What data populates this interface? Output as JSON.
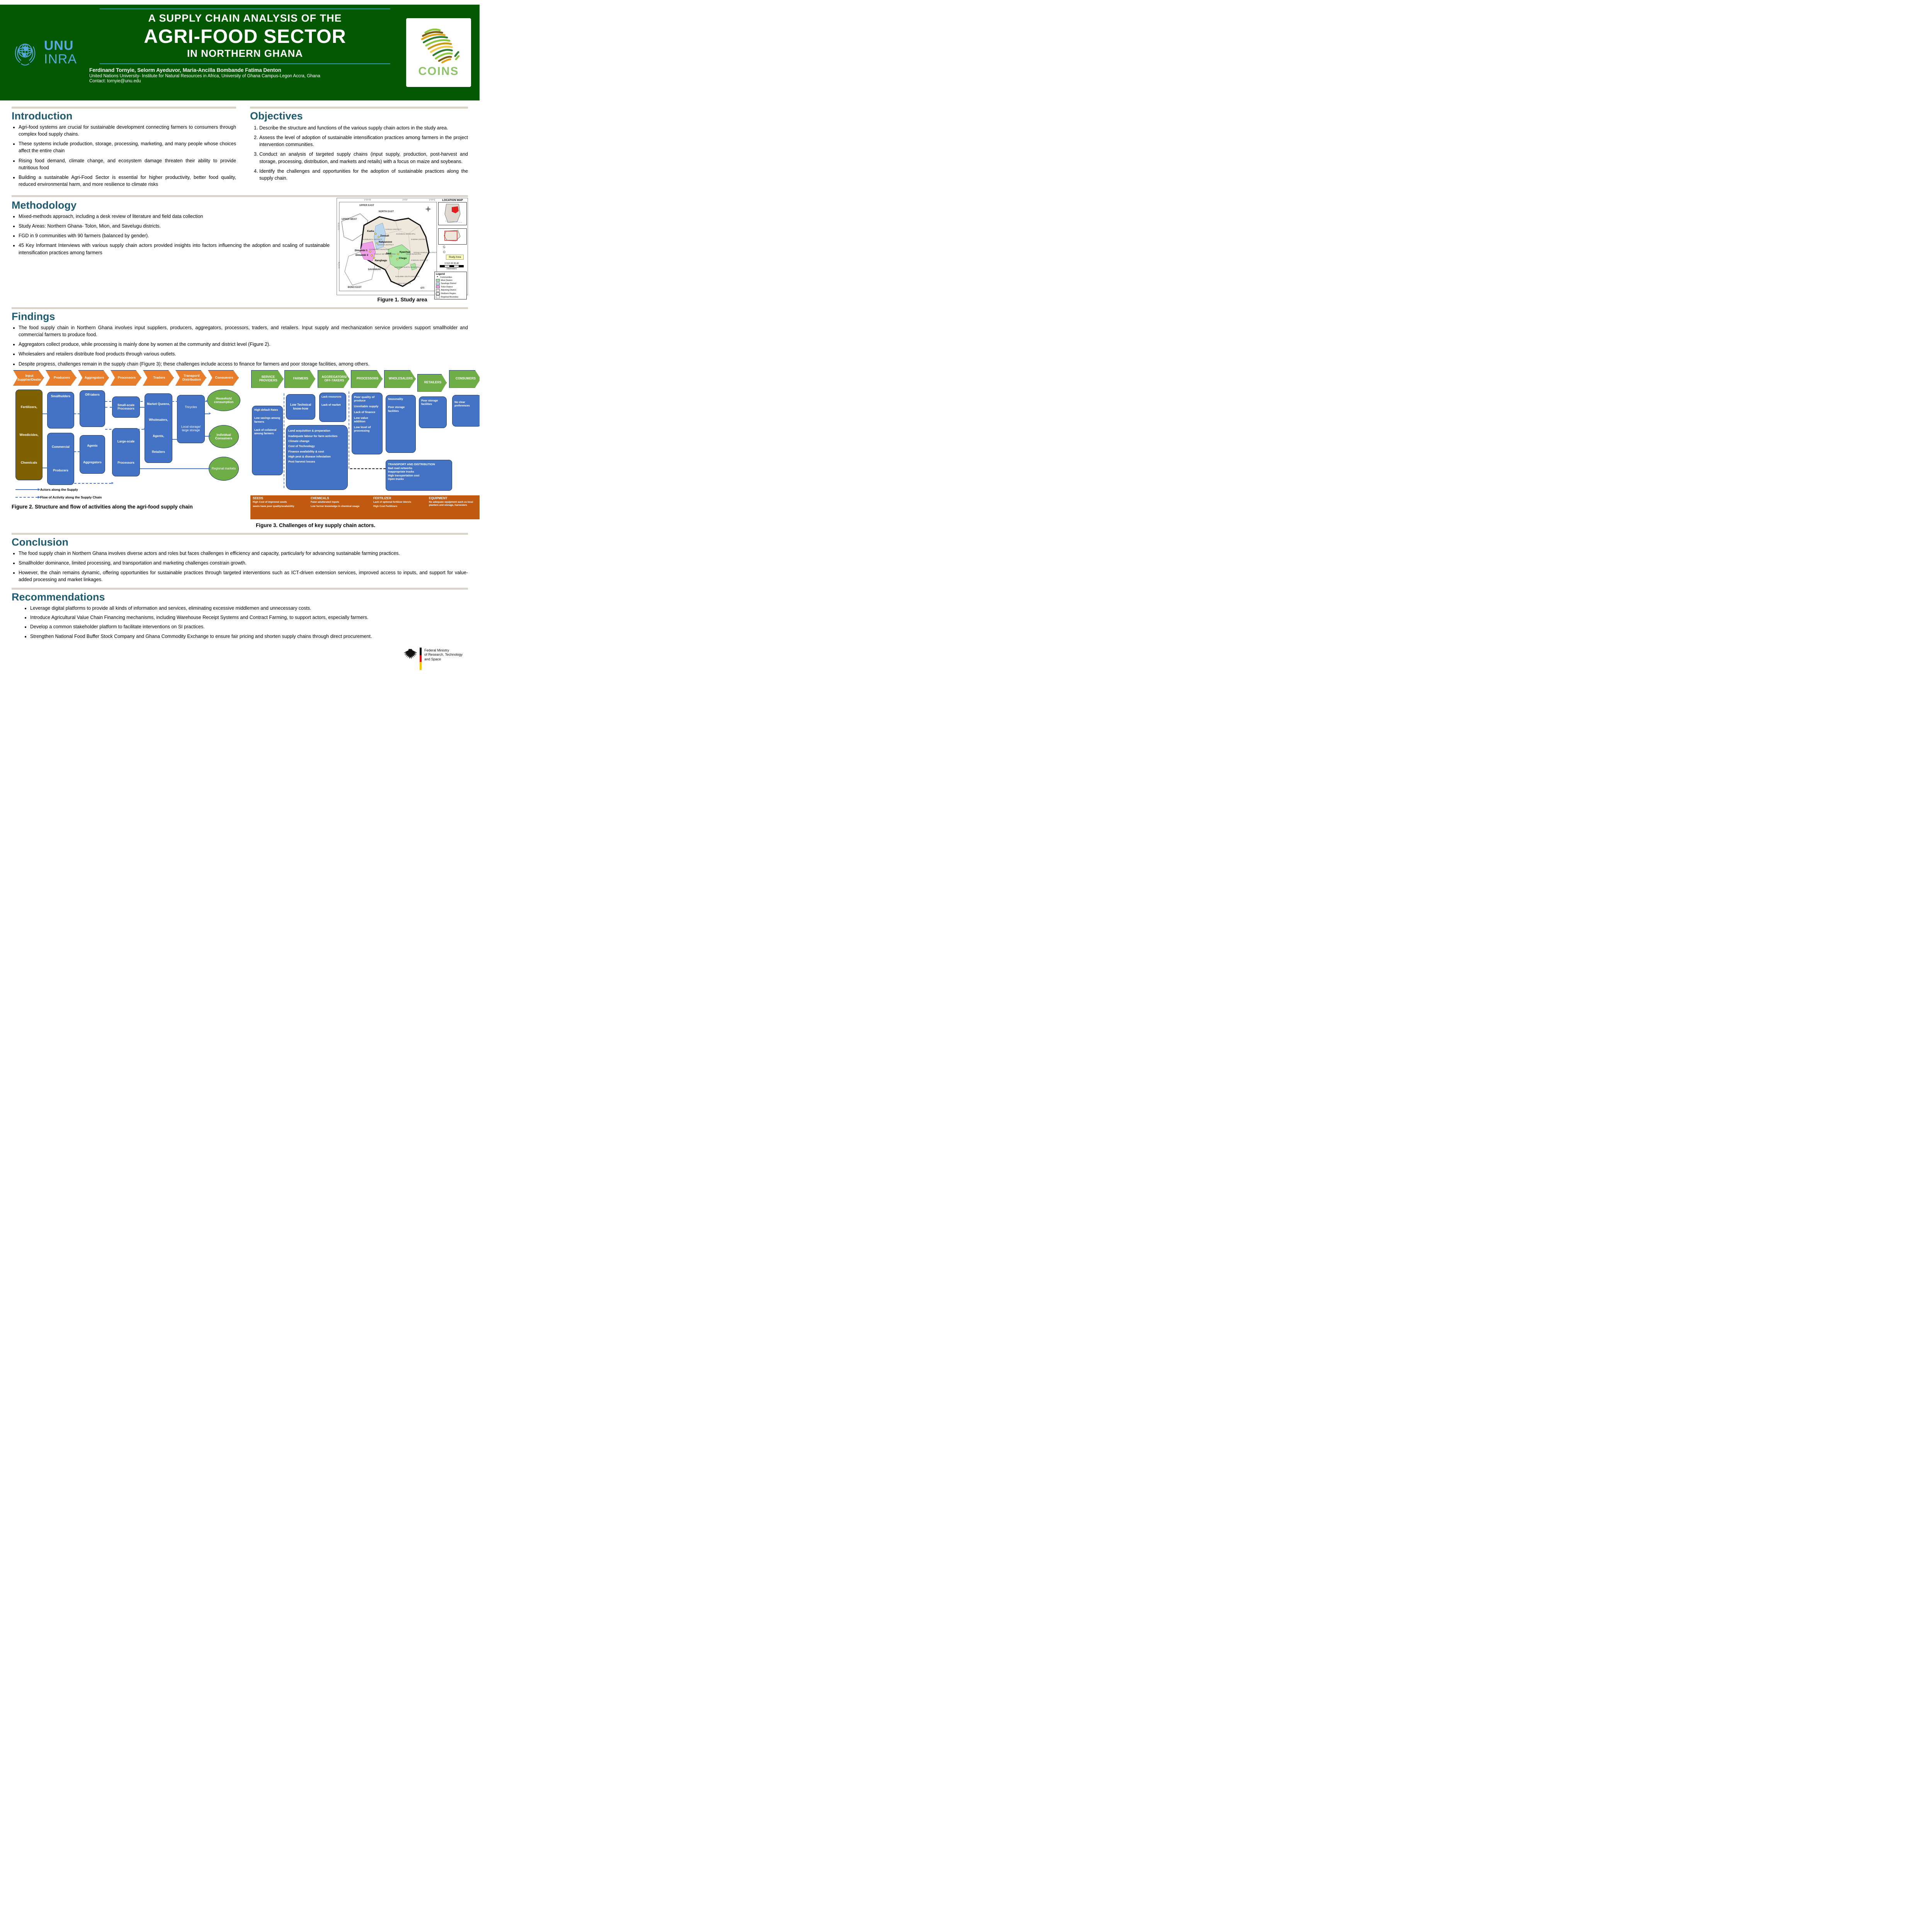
{
  "header": {
    "logo_unu": {
      "line1": "UNU",
      "line2": "INRA"
    },
    "title_top": "A SUPPLY CHAIN ANALYSIS OF THE",
    "title_main": "AGRI-FOOD SECTOR",
    "title_sub": "IN NORTHERN GHANA",
    "authors": "Ferdinand Tornyie, Selorm Ayeduvor, Maria-Ancilla Bombande Fatima Denton",
    "affiliation": "United Nations University- Institute for Natural Resources in Africa, University of Ghana Campus-Legon Accra, Ghana",
    "contact": "Contact: tornyie@unu.edu",
    "logo_coins": "COINS"
  },
  "sections": {
    "introduction": {
      "title": "Introduction",
      "bullets": [
        "Agri-food systems are crucial for sustainable development connecting farmers to consumers through complex food supply chains.",
        "These systems include production, storage, processing, marketing, and many people whose choices affect the entire chain",
        "Rising food demand, climate change, and ecosystem damage threaten their ability to provide nutritious food",
        "Building a sustainable Agri-Food Sector is essential for higher productivity, better food quality, reduced environmental harm, and more resilience to climate risks"
      ]
    },
    "objectives": {
      "title": "Objectives",
      "items": [
        "Describe the structure and functions of the various supply chain actors in the study area.",
        "Assess the level of adoption of sustainable intensification practices among farmers in the project intervention communities.",
        "Conduct an analysis of targeted supply chains (input supply, production, post-harvest and storage, processing, distribution, and markets and retails) with a focus on maize and soybeans.",
        "Identify the challenges and opportunities for the adoption of sustainable practices along the supply chain."
      ]
    },
    "methodology": {
      "title": "Methodology",
      "bullets": [
        "Mixed-methods approach, including a desk review of literature and field data collection",
        "Study Areas:  Northern Ghana- Tolon, Mion, and Savelugu districts.",
        "FGD in 9 communities with 90 farmers (balanced by gender).",
        "45 Key Informant Interviews with various supply chain actors provided insights into factors influencing the adoption and scaling of sustainable intensification practices among farmers"
      ]
    },
    "findings": {
      "title": "Findings",
      "bullets": [
        "The food supply chain in Northern Ghana involves input suppliers, producers, aggregators, processors, traders, and retailers. Input supply and mechanization service providers support smallholder and commercial farmers to produce food.",
        "Aggregators collect produce, while processing is mainly done by women at the community and district level (Figure 2).",
        "Wholesalers and retailers distribute food products through various outlets.",
        "Despite progress, challenges remain in the supply chain (Figure 3); these challenges include access to finance for farmers and poor storage facilities, among others."
      ]
    },
    "conclusion": {
      "title": "Conclusion",
      "bullets": [
        "The food supply chain in Northern Ghana involves diverse actors and roles but faces challenges in efficiency and capacity, particularly for advancing sustainable farming practices.",
        "Smallholder dominance, limited processing, and transportation and marketing challenges constrain growth.",
        "However, the chain remains dynamic, offering opportunities for sustainable practices through targeted interventions such as ICT-driven extension services, improved access to inputs, and support for value-added processing and market linkages."
      ]
    },
    "recommendations": {
      "title": "Recommendations",
      "bullets": [
        "Leverage digital platforms to provide all kinds of information and services, eliminating excessive middlemen and unnecessary costs.",
        "Introduce Agricultural Value Chain Financing mechanisms, including Warehouse Receipt Systems and Contract Farming, to support actors, especially farmers.",
        "Develop a common stakeholder platform to facilitate interventions on SI practices.",
        "Strengthen National Food Buffer Stock Company and Ghana Commodity Exchange to ensure fair pricing and shorten supply chains through direct procurement."
      ]
    }
  },
  "figure1": {
    "caption": "Figure 1. Study area",
    "location_map_title": "LOCATION MAP",
    "study_area_label": "Study Area",
    "scale_text": "0 510 20 30 40",
    "scale_units": "Kilometers",
    "regions": [
      "UPPER EAST",
      "UPPER WEST",
      "NORTH EAST",
      "SAVANNAH",
      "BONO EAST",
      "OTI",
      "TOGO"
    ],
    "districts": [
      "KARAGA DISTRICT",
      "GUSHIEGU MUNICIPAL",
      "SABOBA DISTRICT",
      "KUMBUNGU DISTRICT",
      "NANTON DISTRICT",
      "SAGNERIGU MUNICIPAL",
      "TAMALE METROPOLITAN",
      "YENDI MUNICIPAL",
      "TATALE-SANGULI DISTRICT",
      "ZABZUGU DISTRICT",
      "NANUMBA NORTH MUNICIPAL",
      "NANUMBA SOUTH DISTRICT",
      "KPANDAI DISTRICT"
    ],
    "communities": [
      "Kadia",
      "Zoosali",
      "Nakpanzoo",
      "Dimambi 1",
      "Dimambi 2",
      "Nangbagu",
      "Jimli",
      "Kpachaa",
      "Chegu"
    ],
    "ticks": [
      "1°0'0\"W",
      "0°0'0\"",
      "1°0'0\"E",
      "10°0'0\"N",
      "9°0'0\"N"
    ],
    "legend": {
      "title": "Legend",
      "items": [
        "Communities",
        "Mion District",
        "Savelugu District",
        "Tolon District",
        "Adjoining District",
        "Northern Region",
        "Regional Boundary"
      ]
    }
  },
  "figure2": {
    "stages": [
      "Input Supplier/Dealer",
      "Producers",
      "Aggregators",
      "Processors",
      "Traders",
      "Transport/ Distribution",
      "Consumers"
    ],
    "input_lines": [
      "Fertilizers,",
      "Weedicides,",
      "Chemicals"
    ],
    "smallholders": "Smallholders",
    "commercial": [
      "Commercial",
      "Producers"
    ],
    "off_takers": "Off-takers",
    "agents": [
      "Agents",
      "Aggregators"
    ],
    "small_scale": [
      "Small-scale",
      "Processors"
    ],
    "large_scale": [
      "Large-scale",
      "Processors"
    ],
    "traders": [
      "Market Queens,",
      "Wholesalers,",
      "Agents,",
      "Retailers"
    ],
    "transport": [
      "Tricycles",
      "Local storage/ large storage"
    ],
    "consumers": [
      "Household consumption",
      "Individual Consumers",
      "Regional markets"
    ],
    "legend": {
      "solid": "Actors along the Supply",
      "dashed": "Flow of Activity along the Supply Chain"
    },
    "caption": "Figure 2. Structure and flow of activities along the agri-food supply chain"
  },
  "figure3": {
    "stages": [
      "SERVICE PROVIDERS",
      "FARMERS",
      "AGGREGATORS/ OFF-TAKERS",
      "PROCESSORS",
      "WHOLESALERS",
      "RETAILERS",
      "CONSUMERS"
    ],
    "service_providers": [
      "High default Rates",
      "Low savings among farmers",
      "Lack of collateral among farmers"
    ],
    "farmers_know_how": "Low Technical know-how",
    "farmers_challenges": [
      "Land acquisition & preparation",
      "Inadequate labour for farm activities",
      "Climate change",
      "Cost of Technology",
      "Finance availability & cost",
      "High pest & disease infestation",
      "Post harvest losses"
    ],
    "aggregators": [
      "Lack resources",
      "Lack of market"
    ],
    "processors": [
      "Poor quality of produce",
      "Unreliable supply",
      "Lack of finance",
      "Low value addition",
      "Low level of processing"
    ],
    "wholesalers": [
      "Seasonality",
      "Poor storage facilities"
    ],
    "retailers": "Poor storage facilities",
    "consumers": "No clear preferences",
    "transport": {
      "title": "TRANSPORT AND DISTRIBUTION",
      "items": [
        "Bad road networks",
        "Inappropriate trucks",
        "High transportation cost",
        "Open trucks"
      ]
    },
    "strip": [
      {
        "title": "SEEDS",
        "lines": [
          "High Cost of improved seeds",
          "seeds have poor quality/availability"
        ]
      },
      {
        "title": "CHEMICALS",
        "lines": [
          "Fake/ adulterated inputs",
          "Low farmer knowledge in chemical usage"
        ]
      },
      {
        "title": "FERTILIZER",
        "lines": [
          "Lack of optional fertilizer blends",
          "High Cost Fertilizers"
        ]
      },
      {
        "title": "EQUIPMENT",
        "lines": [
          "No adequate equipment such as local planters and storage, harvesters"
        ]
      }
    ],
    "caption": "Figure 3. Challenges of key supply chain actors."
  },
  "footer": {
    "ministry": [
      "Federal Ministry",
      "of Research, Technology",
      "and Space"
    ]
  },
  "colors": {
    "header_green": "#045804",
    "unu_blue": "#56A9DC",
    "section_teal": "#1E5B70",
    "chevron_orange": "#E87E2B",
    "box_blue": "#4472C4",
    "green": "#6FAD47",
    "olive": "#7F6000",
    "strip_orange": "#C05A11",
    "navy": "#1F3864",
    "rule_beige": "#D9D4C5"
  }
}
